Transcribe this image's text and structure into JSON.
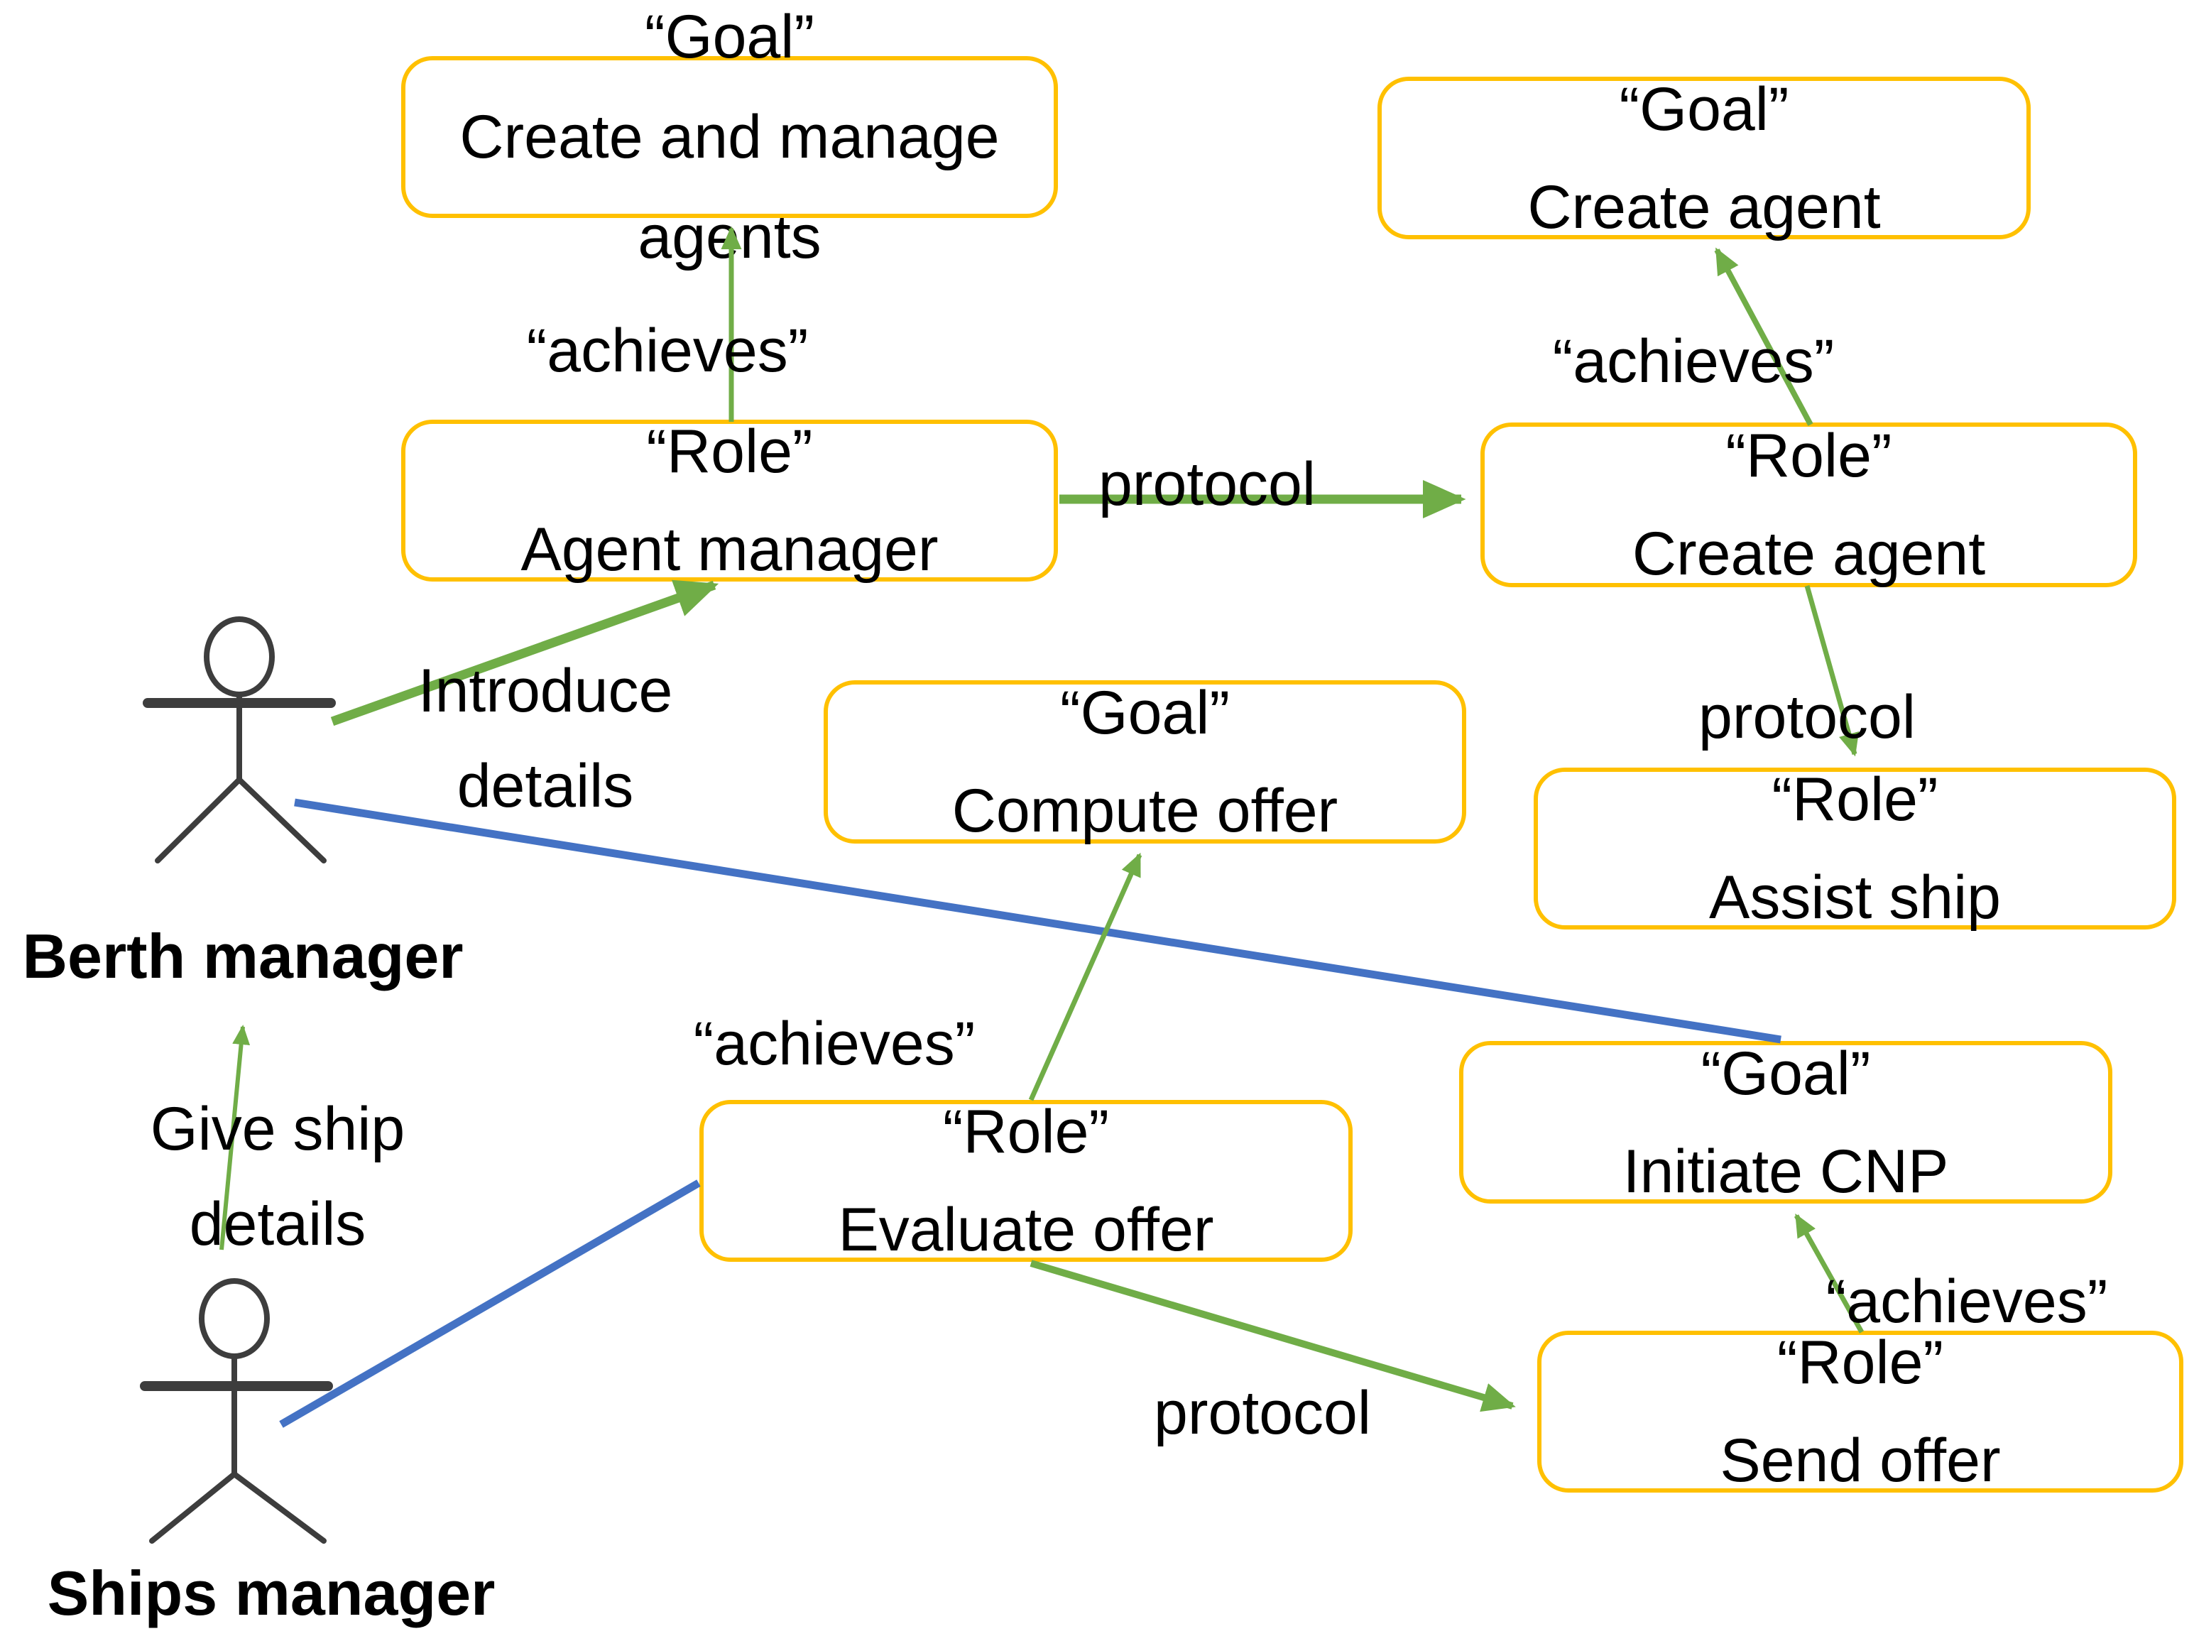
{
  "colors": {
    "box_border": "#FFC000",
    "green": "#70AD47",
    "blue": "#4472C4",
    "actor": "#3d3d3d",
    "text": "#000000",
    "background": "#ffffff"
  },
  "boxes": [
    {
      "id": "goal-create-manage-agents",
      "lines": [
        "“Goal”",
        "Create and manage",
        "agents"
      ]
    },
    {
      "id": "role-agent-manager",
      "lines": [
        "“Role”",
        "Agent manager"
      ]
    },
    {
      "id": "goal-create-agent",
      "lines": [
        "“Goal”",
        "Create agent"
      ]
    },
    {
      "id": "role-create-agent",
      "lines": [
        "“Role”",
        "Create agent"
      ]
    },
    {
      "id": "role-assist-ship",
      "lines": [
        "“Role”",
        "Assist ship"
      ]
    },
    {
      "id": "goal-compute-offer",
      "lines": [
        "“Goal”",
        "Compute offer"
      ]
    },
    {
      "id": "goal-initiate-cnp",
      "lines": [
        "“Goal”",
        "Initiate CNP"
      ]
    },
    {
      "id": "role-evaluate-offer",
      "lines": [
        "“Role”",
        "Evaluate offer"
      ]
    },
    {
      "id": "role-send-offer",
      "lines": [
        "“Role”",
        "Send offer"
      ]
    }
  ],
  "labels": {
    "achieves_top_left": "“achieves”",
    "protocol_top": "protocol",
    "achieves_top_right": "“achieves”",
    "protocol_right": "protocol",
    "achieves_center": "“achieves”",
    "achieves_bottom_right": "“achieves”",
    "protocol_bottom": "protocol",
    "introduce_line1": "Introduce",
    "introduce_line2": "details",
    "give_ship_line1": "Give ship",
    "give_ship_line2": "details"
  },
  "actors": [
    {
      "id": "berth-manager",
      "label": "Berth manager"
    },
    {
      "id": "ships-manager",
      "label": "Ships manager"
    }
  ]
}
